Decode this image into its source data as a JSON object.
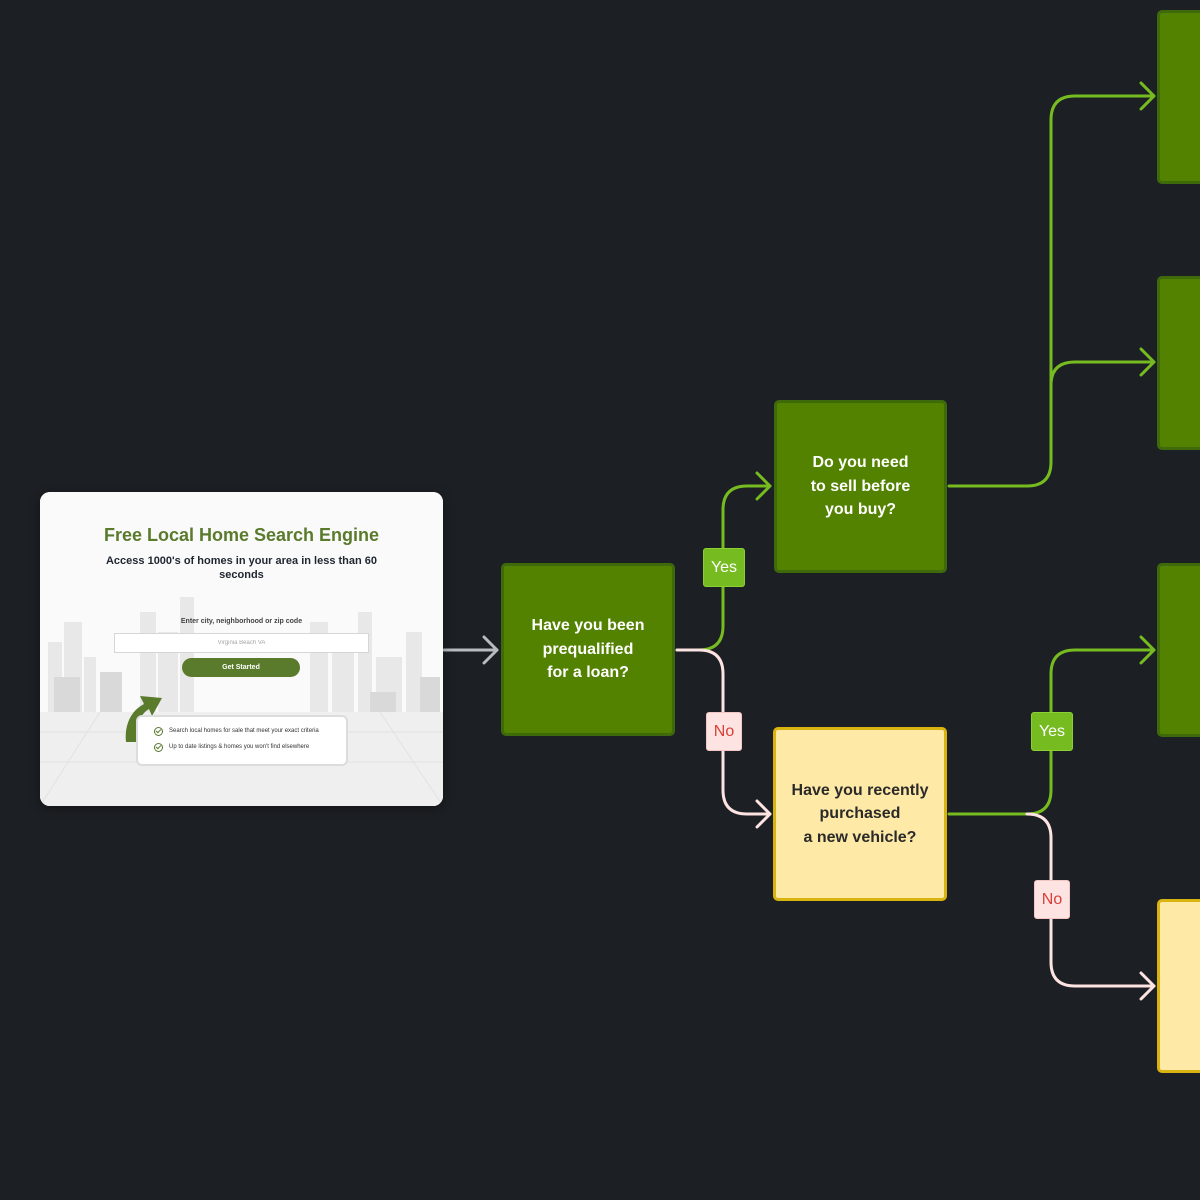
{
  "landing_page": {
    "title": "Free Local Home Search Engine",
    "subtitle": "Access 1000's of homes in your area in less than 60 seconds",
    "input_label": "Enter city, neighborhood or zip code",
    "input_placeholder": "Virginia Beach VA",
    "button_label": "Get Started",
    "benefits": [
      "Search local homes for sale that meet your exact criteria",
      "Up to date listings & homes you won't find elsewhere"
    ],
    "accent_color": "#5a7a2c"
  },
  "flow": {
    "questions": {
      "prequalified": "Have you been\nprequalified\nfor a loan?",
      "sell_before_buy": "Do you need\nto sell before\nyou buy?",
      "new_vehicle": "Have you recently\npurchased\na new vehicle?"
    },
    "branch_labels": {
      "prequalified_yes": "Yes",
      "prequalified_no": "No",
      "vehicle_yes": "Yes",
      "vehicle_no": "No"
    },
    "colors": {
      "background": "#1c1f23",
      "yes_node": "#538200",
      "no_node": "#ffe9a6",
      "yes_line": "#76bc21",
      "no_line": "#fde3e1",
      "entry_line": "#b8bcc0"
    }
  }
}
